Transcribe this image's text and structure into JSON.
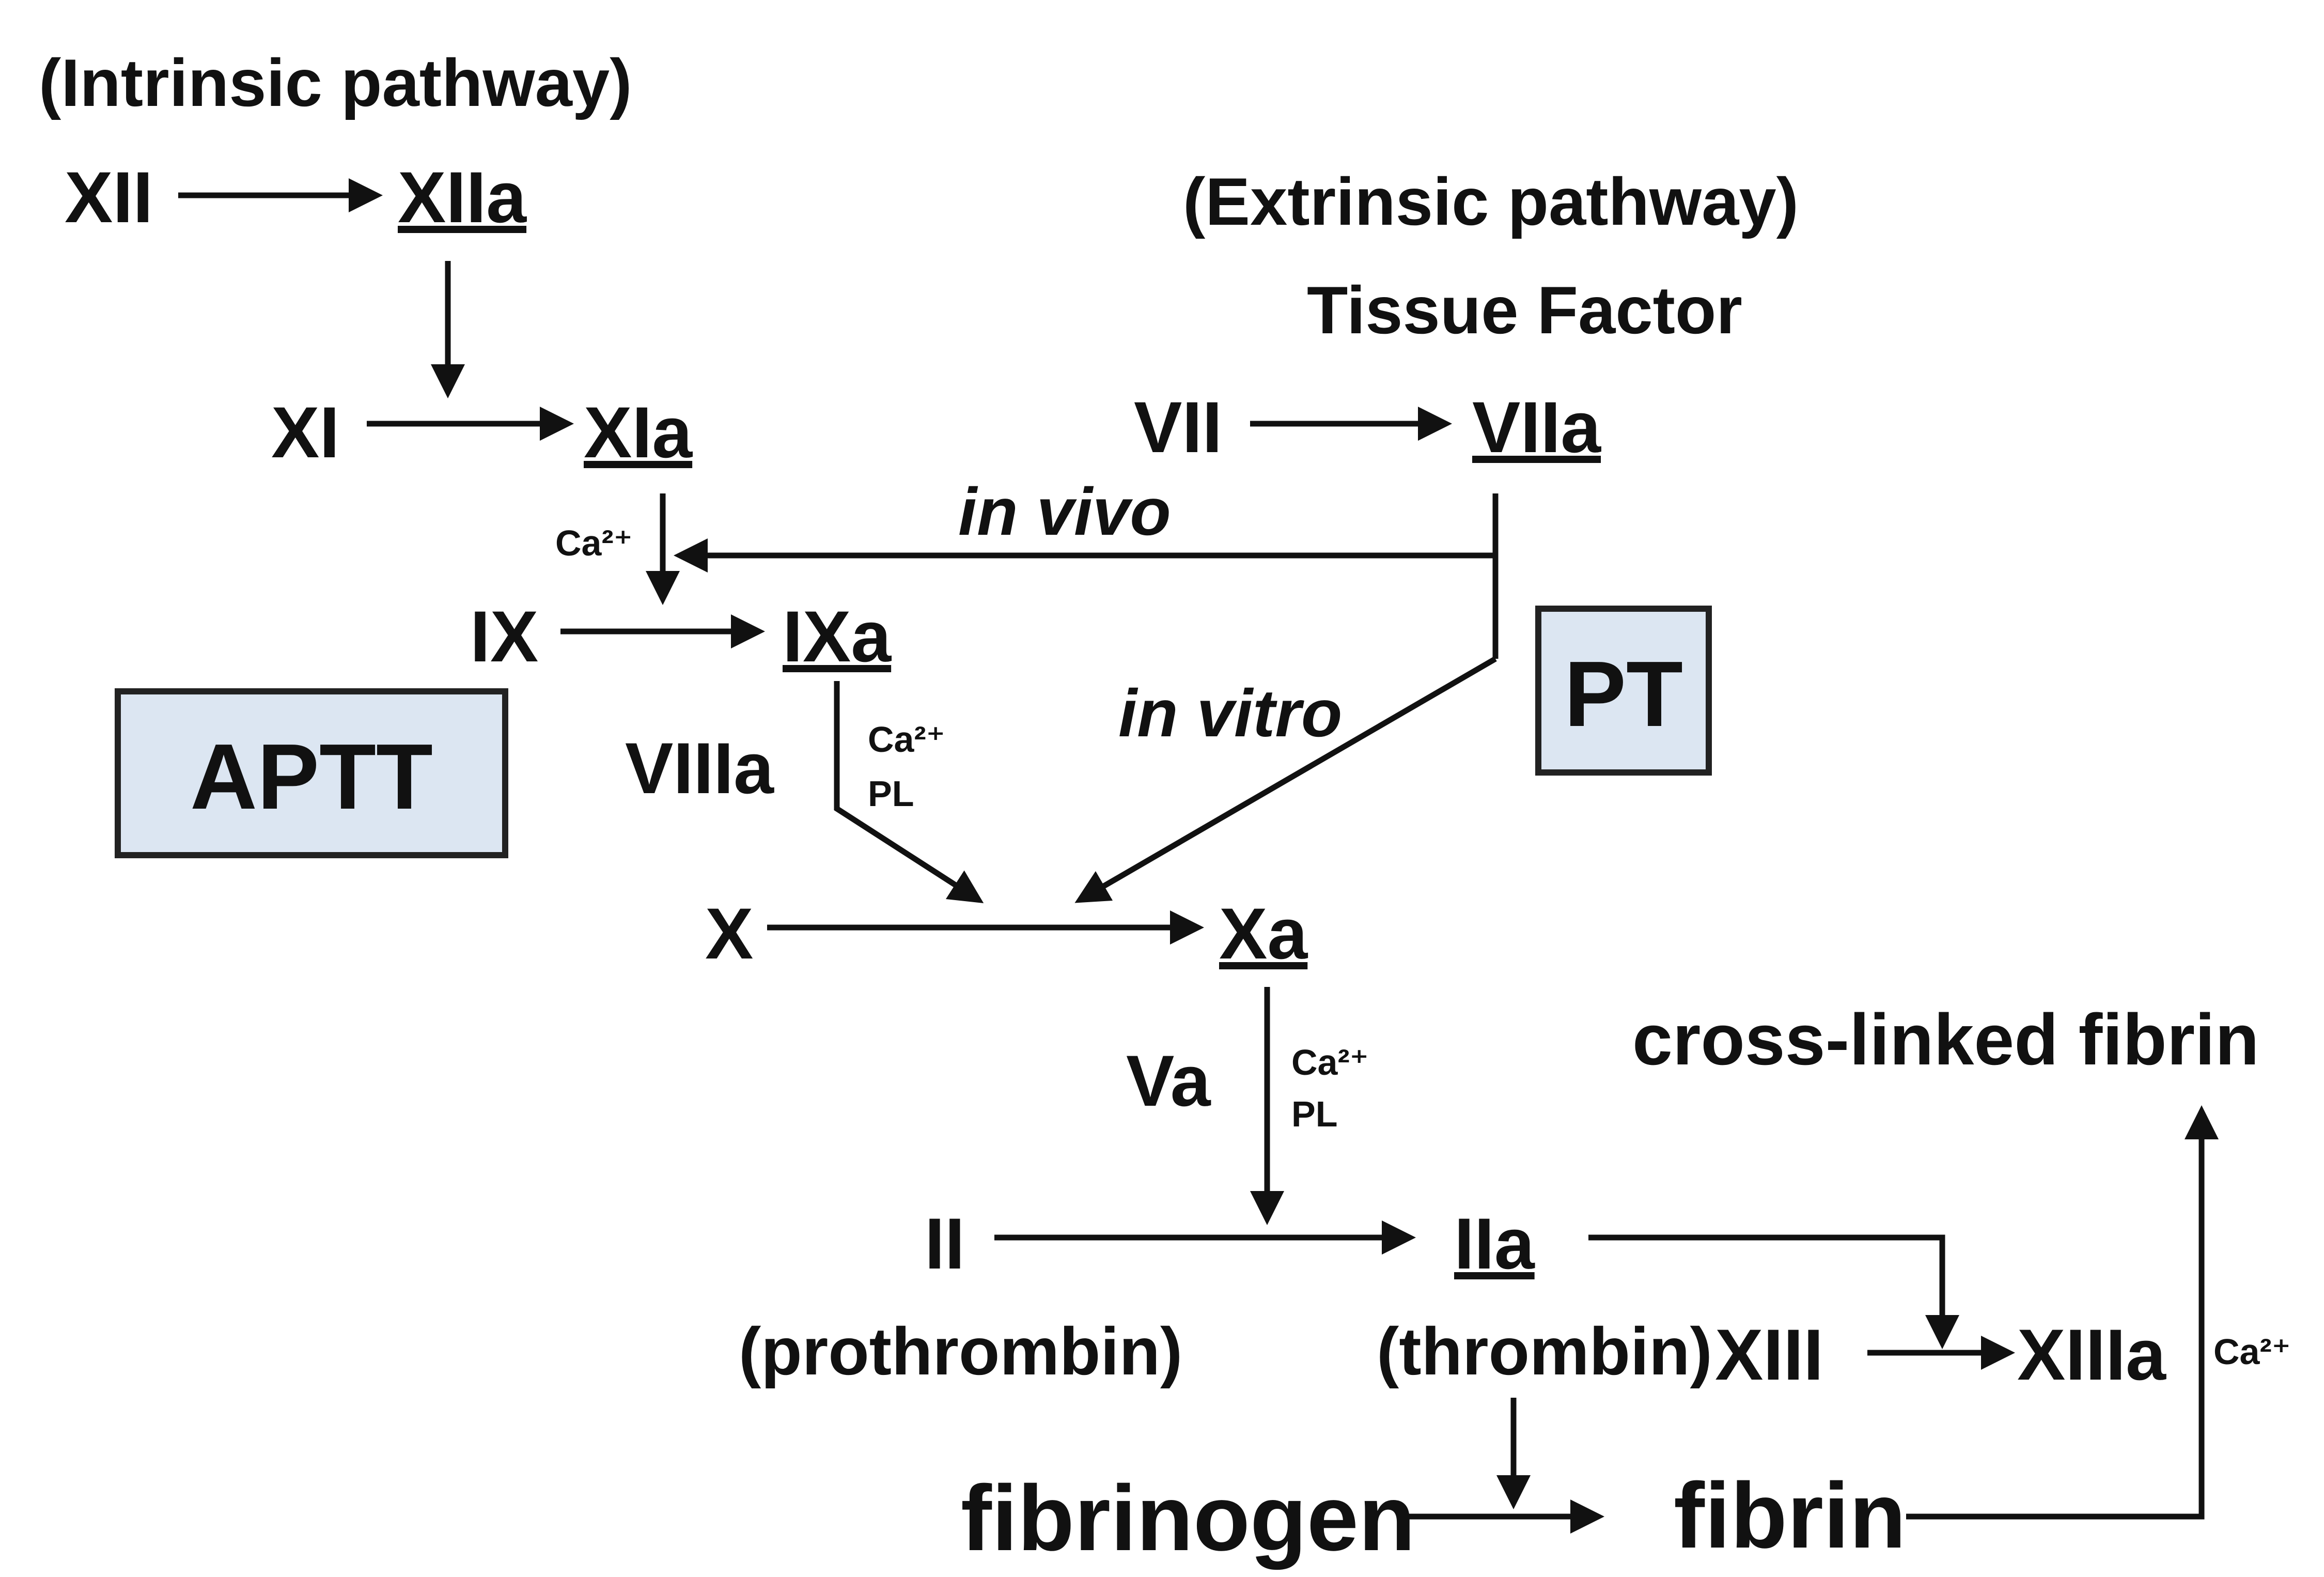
{
  "titles": {
    "intrinsic": "(Intrinsic pathway)",
    "extrinsic": "(Extrinsic pathway)",
    "tissue_factor": "Tissue Factor"
  },
  "factors": {
    "XII": "XII",
    "XIIa": "XIIa",
    "XI": "XI",
    "XIa": "XIa",
    "VII": "VII",
    "VIIa": "VIIa",
    "IX": "IX",
    "IXa": "IXa",
    "VIIIa": "VIIIa",
    "X": "X",
    "Xa": "Xa",
    "Va": "Va",
    "II": "II",
    "IIa": "IIa",
    "XIII": "XIII",
    "XIIIa": "XIIIa",
    "fibrinogen": "fibrinogen",
    "fibrin": "fibrin",
    "cross_linked_fibrin": "cross-linked fibrin",
    "prothrombin": "(prothrombin)",
    "thrombin": "(thrombin)"
  },
  "cofactors": {
    "ca_xia": "Ca²⁺",
    "ca_ixa": "Ca²⁺",
    "pl_ixa": "PL",
    "ca_xa": "Ca²⁺",
    "pl_xa": "PL",
    "ca_xiiia": "Ca²⁺"
  },
  "routes": {
    "in_vivo": "in vivo",
    "in_vitro": "in vitro"
  },
  "tests": {
    "aptt": "APTT",
    "pt": "PT"
  },
  "colors": {
    "box_fill": "#dce6f2",
    "ink": "#111111"
  }
}
